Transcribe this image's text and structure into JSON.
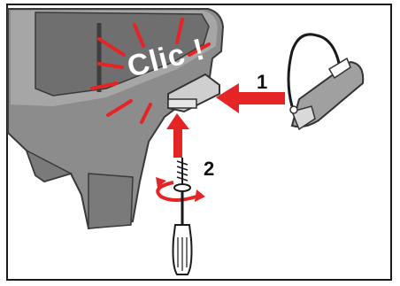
{
  "illustration": {
    "clic_label": "Clic !",
    "steps": [
      {
        "number": "1"
      },
      {
        "number": "2"
      }
    ],
    "colors": {
      "appliance_body": "#8c8c8c",
      "appliance_light": "#bdbdbd",
      "appliance_dark": "#5e5e5e",
      "click_burst": "#e52426",
      "arrow": "#e52426",
      "outline": "#1a1a1a"
    }
  }
}
